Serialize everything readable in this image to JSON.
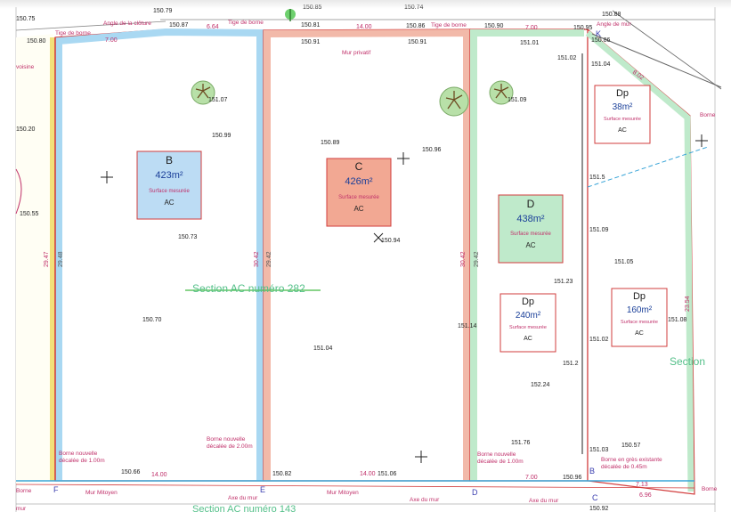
{
  "section_main": "Section AC numéro 282",
  "section_bottom": "Section AC numéro 143",
  "section_right": "Section",
  "lots": [
    {
      "id": "B",
      "area": "423m²",
      "note": "Surface mesurée",
      "code": "AC",
      "fill": "#bcdcf4",
      "stroke": "#d23c3c"
    },
    {
      "id": "C",
      "area": "426m²",
      "note": "Surface mesurée",
      "code": "AC",
      "fill": "#f2a893",
      "stroke": "#d23c3c"
    },
    {
      "id": "D",
      "area": "438m²",
      "note": "Surface mesurée",
      "code": "AC",
      "fill": "#bfeacb",
      "stroke": "#d23c3c"
    },
    {
      "id": "Dp",
      "area": "38m²",
      "note": "Surface mesurée",
      "code": "AC",
      "fill": "#ffffff",
      "stroke": "#d23c3c"
    },
    {
      "id": "Dp",
      "area": "240m²",
      "note": "Surface mesurée",
      "code": "AC",
      "fill": "#ffffff",
      "stroke": "#d23c3c"
    },
    {
      "id": "Dp",
      "area": "160m²",
      "note": "Surface mesurée",
      "code": "AC",
      "fill": "#ffffff",
      "stroke": "#d23c3c"
    }
  ],
  "corners": [
    "K",
    "F",
    "E",
    "D",
    "B",
    "C"
  ],
  "annotations": {
    "angle_cloture": "Angle de la clôture",
    "tige_borne_1": "Tige de borne",
    "tige_borne_2": "Tige de borne",
    "tige_borne_3": "Tige de borne",
    "angle_mur": "Angle de mur",
    "mur_prive": "Mur privatif",
    "borne_f_1": "Borne nouvelle",
    "borne_f_2": "décalée de 1.00m",
    "borne_e_1": "Borne nouvelle",
    "borne_e_2": "décalée de 2.00m",
    "borne_d_1": "Borne nouvelle",
    "borne_d_2": "décalée de 1.00m",
    "borne_b_1": "Borne en grès existante",
    "borne_b_2": "décalée de 0.45m",
    "mur_mitoyen_1": "Mur Mitoyen",
    "mur_mitoyen_2": "Mur Mitoyen",
    "axe_mur_1": "Axe du mur",
    "axe_mur_2": "Axe du mur",
    "axe_mur_3": "Axe du mur",
    "borne_r": "Borne",
    "borne_l": "Borne",
    "mur_l": "mur",
    "voisin_l": "voisine",
    "borne_tr": "Borne"
  },
  "dims": {
    "top_1": "7.00",
    "top_2": "6.64",
    "top_3": "14.00",
    "top_4": "7.00",
    "top_5": "8.02",
    "bot_1": "14.00",
    "bot_2": "14.00",
    "bot_3": "7.00",
    "bot_4": "7.13",
    "bot_5": "6.96",
    "v_1": "29.47",
    "v_2": "29.48",
    "v_3": "30.42",
    "v_4": "29.42",
    "v_5": "30.42",
    "v_6": "29.42",
    "v_7": "23.54"
  },
  "points": {
    "p1": "150.75",
    "p2": "150.79",
    "p3": "150.85",
    "p4": "150.74",
    "p5": "150.88",
    "p6": "150.80",
    "p7": "150.87",
    "p8": "150.81",
    "p9": "150.86",
    "p10": "150.90",
    "p11": "150.95",
    "p12": "150.91",
    "p13": "150.91",
    "p14": "151.01",
    "p15": "151.02",
    "p16": "151.04",
    "p17": "150.99",
    "p18": "150.89",
    "p19": "150.96",
    "p20": "150.73",
    "p21": "150.94",
    "p22": "151.09",
    "p23": "151.05",
    "p24": "151.23",
    "p25": "150.70",
    "p26": "151.04",
    "p27": "151.14",
    "p28": "151.02",
    "p29": "151.08",
    "p30": "151.2",
    "p31": "152.24",
    "p32": "151.03",
    "p33": "150.57",
    "p34": "150.66",
    "p35": "150.82",
    "p36": "151.06",
    "p37": "150.92",
    "p38": "151.76",
    "p39": "150.20",
    "p40": "150.55",
    "p41": "151.5",
    "p42": "150.96",
    "p43": "150.86",
    "p44": "151.07",
    "p45": "151.09"
  }
}
